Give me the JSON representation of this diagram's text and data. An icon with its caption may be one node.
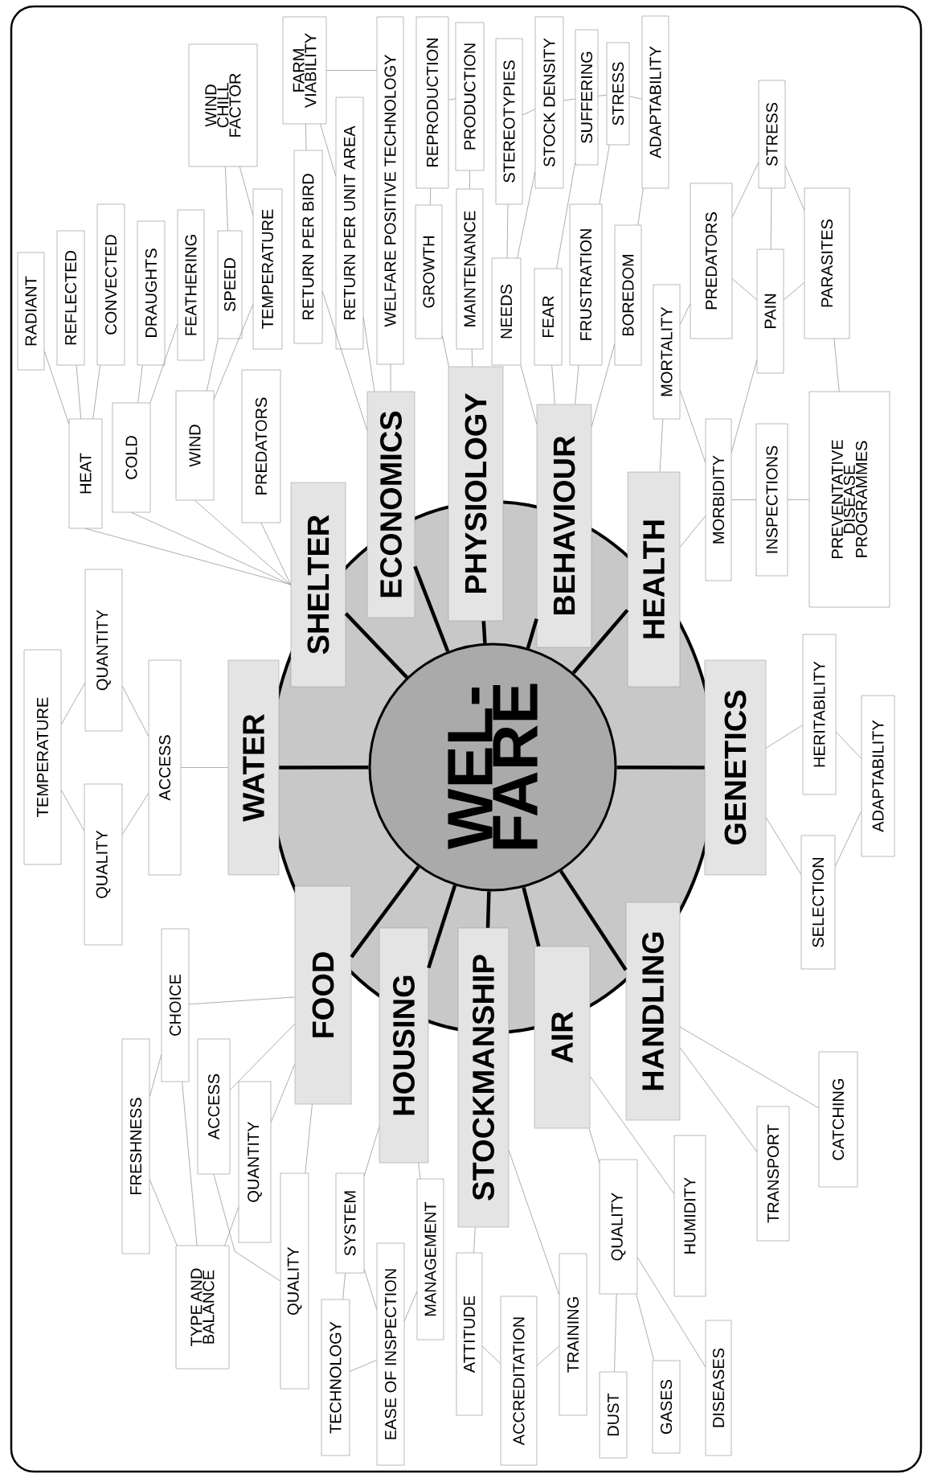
{
  "diagram": {
    "nodes": [
      {
        "text": [
          "WEL- FARE"
        ]
      },
      {
        "text": [
          "WATER"
        ]
      },
      {
        "text": [
          "SHELTER"
        ]
      },
      {
        "text": [
          "ECONOMICS"
        ]
      },
      {
        "text": [
          "PHYSIOLOGY"
        ]
      },
      {
        "text": [
          "BEHAVIOUR"
        ]
      },
      {
        "text": [
          "HEALTH"
        ]
      },
      {
        "text": [
          "GENETICS"
        ]
      },
      {
        "text": [
          "HANDLING"
        ]
      },
      {
        "text": [
          "AIR"
        ]
      },
      {
        "text": [
          "STOCKMANSHIP"
        ]
      },
      {
        "text": [
          "HOUSING"
        ]
      },
      {
        "text": [
          "FOOD"
        ]
      },
      {
        "text": [
          "TEMPERATURE"
        ]
      },
      {
        "text": [
          "QUALITY"
        ]
      },
      {
        "text": [
          "QUANTITY"
        ]
      },
      {
        "text": [
          "ACCESS"
        ]
      },
      {
        "text": [
          "HEAT"
        ]
      },
      {
        "text": [
          "RADIANT"
        ]
      },
      {
        "text": [
          "REFLECTED"
        ]
      },
      {
        "text": [
          "CONVECTED"
        ]
      },
      {
        "text": [
          "COLD"
        ]
      },
      {
        "text": [
          "DRAUGHTS"
        ]
      },
      {
        "text": [
          "FEATHERING"
        ]
      },
      {
        "text": [
          "WIND"
        ]
      },
      {
        "text": [
          "SPEED"
        ]
      },
      {
        "text": [
          "TEMPERATURE"
        ]
      },
      {
        "text": [
          "WIND CHILL FACTOR"
        ]
      },
      {
        "text": [
          "PREDATORS"
        ]
      },
      {
        "text": [
          "RETURN PER BIRD"
        ]
      },
      {
        "text": [
          "RETURN PER UNIT AREA"
        ]
      },
      {
        "text": [
          "WELFARE POSITIVE TECHNOLOGY"
        ]
      },
      {
        "text": [
          "FARM VIABILITY"
        ]
      },
      {
        "text": [
          "GROWTH"
        ]
      },
      {
        "text": [
          "REPRODUCTION"
        ]
      },
      {
        "text": [
          "MAINTENANCE"
        ]
      },
      {
        "text": [
          "PRODUCTION"
        ]
      },
      {
        "text": [
          "NEEDS"
        ]
      },
      {
        "text": [
          "STEREOTYPIES"
        ]
      },
      {
        "text": [
          "STOCK DENSITY"
        ]
      },
      {
        "text": [
          "FEAR"
        ]
      },
      {
        "text": [
          "SUFFERING"
        ]
      },
      {
        "text": [
          "FRUSTRATION"
        ]
      },
      {
        "text": [
          "STRESS"
        ]
      },
      {
        "text": [
          "BOREDOM"
        ]
      },
      {
        "text": [
          "ADAPTABILITY"
        ]
      },
      {
        "text": [
          "MORTALITY"
        ]
      },
      {
        "text": [
          "MORBIDITY"
        ]
      },
      {
        "text": [
          "INSPECTIONS"
        ]
      },
      {
        "text": [
          "PREVENTATIVE DISEASE PROGRAMMES"
        ]
      },
      {
        "text": [
          "PREDATORS"
        ]
      },
      {
        "text": [
          "PAIN"
        ]
      },
      {
        "text": [
          "STRESS"
        ]
      },
      {
        "text": [
          "PARASITES"
        ]
      },
      {
        "text": [
          "SELECTION"
        ]
      },
      {
        "text": [
          "HERITABILITY"
        ]
      },
      {
        "text": [
          "ADAPTABILITY"
        ]
      },
      {
        "text": [
          "TRANSPORT"
        ]
      },
      {
        "text": [
          "CATCHING"
        ]
      },
      {
        "text": [
          "QUALITY"
        ]
      },
      {
        "text": [
          "HUMIDITY"
        ]
      },
      {
        "text": [
          "DUST"
        ]
      },
      {
        "text": [
          "GASES"
        ]
      },
      {
        "text": [
          "DISEASES"
        ]
      },
      {
        "text": [
          "ATTITUDE"
        ]
      },
      {
        "text": [
          "ACCREDITATION"
        ]
      },
      {
        "text": [
          "TRAINING"
        ]
      },
      {
        "text": [
          "SYSTEM"
        ]
      },
      {
        "text": [
          "TECHNOLOGY"
        ]
      },
      {
        "text": [
          "EASE OF INSPECTION"
        ]
      },
      {
        "text": [
          "MANAGEMENT"
        ]
      },
      {
        "text": [
          "FRESHNESS"
        ]
      },
      {
        "text": [
          "CHOICE"
        ]
      },
      {
        "text": [
          "ACCESS"
        ]
      },
      {
        "text": [
          "QUANTITY"
        ]
      },
      {
        "text": [
          "TYPE AND BALANCE"
        ]
      },
      {
        "text": [
          "QUALITY"
        ]
      }
    ],
    "edges": [
      {
        "from": 0,
        "to": 1,
        "arrow": "none",
        "style": "thick",
        "color": "#000000"
      },
      {
        "from": 0,
        "to": 2,
        "arrow": "none",
        "style": "thick",
        "color": "#000000"
      },
      {
        "from": 0,
        "to": 3,
        "arrow": "none",
        "style": "thick",
        "color": "#000000"
      },
      {
        "from": 0,
        "to": 4,
        "arrow": "none",
        "style": "thick",
        "color": "#000000"
      },
      {
        "from": 0,
        "to": 5,
        "arrow": "none",
        "style": "thick",
        "color": "#000000"
      },
      {
        "from": 0,
        "to": 6,
        "arrow": "none",
        "style": "thick",
        "color": "#000000"
      },
      {
        "from": 0,
        "to": 7,
        "arrow": "none",
        "style": "thick",
        "color": "#000000"
      },
      {
        "from": 0,
        "to": 8,
        "arrow": "none",
        "style": "thick",
        "color": "#000000"
      },
      {
        "from": 0,
        "to": 9,
        "arrow": "none",
        "style": "thick",
        "color": "#000000"
      },
      {
        "from": 0,
        "to": 10,
        "arrow": "none",
        "style": "thick",
        "color": "#000000"
      },
      {
        "from": 0,
        "to": 11,
        "arrow": "none",
        "style": "thick",
        "color": "#000000"
      },
      {
        "from": 0,
        "to": 12,
        "arrow": "none",
        "style": "thick",
        "color": "#000000"
      },
      {
        "from": 1,
        "to": 16,
        "arrow": "none"
      },
      {
        "from": 16,
        "to": 14,
        "arrow": "none"
      },
      {
        "from": 16,
        "to": 15,
        "arrow": "none"
      },
      {
        "from": 14,
        "to": 13,
        "arrow": "none"
      },
      {
        "from": 15,
        "to": 13,
        "arrow": "none"
      },
      {
        "from": 2,
        "to": 17,
        "arrow": "none"
      },
      {
        "from": 2,
        "to": 21,
        "arrow": "none"
      },
      {
        "from": 2,
        "to": 24,
        "arrow": "none"
      },
      {
        "from": 2,
        "to": 28,
        "arrow": "none"
      },
      {
        "from": 17,
        "to": 18,
        "arrow": "none"
      },
      {
        "from": 17,
        "to": 19,
        "arrow": "none"
      },
      {
        "from": 17,
        "to": 20,
        "arrow": "none"
      },
      {
        "from": 21,
        "to": 22,
        "arrow": "none"
      },
      {
        "from": 21,
        "to": 23,
        "arrow": "none"
      },
      {
        "from": 24,
        "to": 25,
        "arrow": "none"
      },
      {
        "from": 24,
        "to": 26,
        "arrow": "none"
      },
      {
        "from": 25,
        "to": 27,
        "arrow": "none"
      },
      {
        "from": 26,
        "to": 27,
        "arrow": "none"
      },
      {
        "from": 3,
        "to": 29,
        "arrow": "none"
      },
      {
        "from": 3,
        "to": 30,
        "arrow": "none"
      },
      {
        "from": 3,
        "to": 31,
        "arrow": "none"
      },
      {
        "from": 29,
        "to": 32,
        "arrow": "none"
      },
      {
        "from": 30,
        "to": 32,
        "arrow": "none"
      },
      {
        "from": 31,
        "to": 32,
        "arrow": "none"
      },
      {
        "from": 4,
        "to": 33,
        "arrow": "none"
      },
      {
        "from": 4,
        "to": 35,
        "arrow": "none"
      },
      {
        "from": 33,
        "to": 34,
        "arrow": "none"
      },
      {
        "from": 35,
        "to": 36,
        "arrow": "none"
      },
      {
        "from": 34,
        "to": 36,
        "arrow": "none"
      },
      {
        "from": 5,
        "to": 37,
        "arrow": "none"
      },
      {
        "from": 5,
        "to": 40,
        "arrow": "none"
      },
      {
        "from": 5,
        "to": 42,
        "arrow": "none"
      },
      {
        "from": 5,
        "to": 44,
        "arrow": "none"
      },
      {
        "from": 37,
        "to": 38,
        "arrow": "none"
      },
      {
        "from": 37,
        "to": 39,
        "arrow": "none"
      },
      {
        "from": 40,
        "to": 41,
        "arrow": "none"
      },
      {
        "from": 42,
        "to": 43,
        "arrow": "none"
      },
      {
        "from": 44,
        "to": 45,
        "arrow": "none"
      },
      {
        "from": 38,
        "to": 39,
        "arrow": "none"
      },
      {
        "from": 39,
        "to": 41,
        "arrow": "none"
      },
      {
        "from": 41,
        "to": 43,
        "arrow": "none"
      },
      {
        "from": 43,
        "to": 45,
        "arrow": "none"
      },
      {
        "from": 6,
        "to": 46,
        "arrow": "none"
      },
      {
        "from": 6,
        "to": 47,
        "arrow": "none"
      },
      {
        "from": 46,
        "to": 47,
        "arrow": "none"
      },
      {
        "from": 46,
        "to": 50,
        "arrow": "none"
      },
      {
        "from": 51,
        "to": 47,
        "arrow": "none"
      },
      {
        "from": 50,
        "to": 51,
        "arrow": "none"
      },
      {
        "from": 51,
        "to": 53,
        "arrow": "none"
      },
      {
        "from": 51,
        "to": 52,
        "arrow": "none"
      },
      {
        "from": 50,
        "to": 52,
        "arrow": "none"
      },
      {
        "from": 52,
        "to": 53,
        "arrow": "none"
      },
      {
        "from": 53,
        "to": 49,
        "arrow": "none"
      },
      {
        "from": 47,
        "to": 48,
        "arrow": "none"
      },
      {
        "from": 48,
        "to": 49,
        "arrow": "none"
      },
      {
        "from": 7,
        "to": 55,
        "arrow": "none"
      },
      {
        "from": 7,
        "to": 54,
        "arrow": "none"
      },
      {
        "from": 55,
        "to": 56,
        "arrow": "none"
      },
      {
        "from": 54,
        "to": 56,
        "arrow": "none"
      },
      {
        "from": 8,
        "to": 57,
        "arrow": "none"
      },
      {
        "from": 8,
        "to": 58,
        "arrow": "none"
      },
      {
        "from": 9,
        "to": 59,
        "arrow": "none"
      },
      {
        "from": 9,
        "to": 60,
        "arrow": "none"
      },
      {
        "from": 59,
        "to": 61,
        "arrow": "none"
      },
      {
        "from": 59,
        "to": 62,
        "arrow": "none"
      },
      {
        "from": 59,
        "to": 63,
        "arrow": "none"
      },
      {
        "from": 10,
        "to": 64,
        "arrow": "none"
      },
      {
        "from": 10,
        "to": 66,
        "arrow": "none"
      },
      {
        "from": 64,
        "to": 65,
        "arrow": "none"
      },
      {
        "from": 66,
        "to": 65,
        "arrow": "none"
      },
      {
        "from": 11,
        "to": 67,
        "arrow": "none"
      },
      {
        "from": 11,
        "to": 70,
        "arrow": "none"
      },
      {
        "from": 67,
        "to": 68,
        "arrow": "none"
      },
      {
        "from": 67,
        "to": 69,
        "arrow": "none"
      },
      {
        "from": 68,
        "to": 69,
        "arrow": "none"
      },
      {
        "from": 70,
        "to": 69,
        "arrow": "none"
      },
      {
        "from": 12,
        "to": 72,
        "arrow": "none"
      },
      {
        "from": 12,
        "to": 73,
        "arrow": "none"
      },
      {
        "from": 12,
        "to": 74,
        "arrow": "none"
      },
      {
        "from": 12,
        "to": 76,
        "arrow": "none"
      },
      {
        "from": 71,
        "to": 72,
        "arrow": "none"
      },
      {
        "from": 71,
        "to": 75,
        "arrow": "none"
      },
      {
        "from": 72,
        "to": 75,
        "arrow": "none"
      },
      {
        "from": 74,
        "to": 75,
        "arrow": "none"
      },
      {
        "from": 73,
        "to": 76,
        "arrow": "none"
      }
    ]
  }
}
